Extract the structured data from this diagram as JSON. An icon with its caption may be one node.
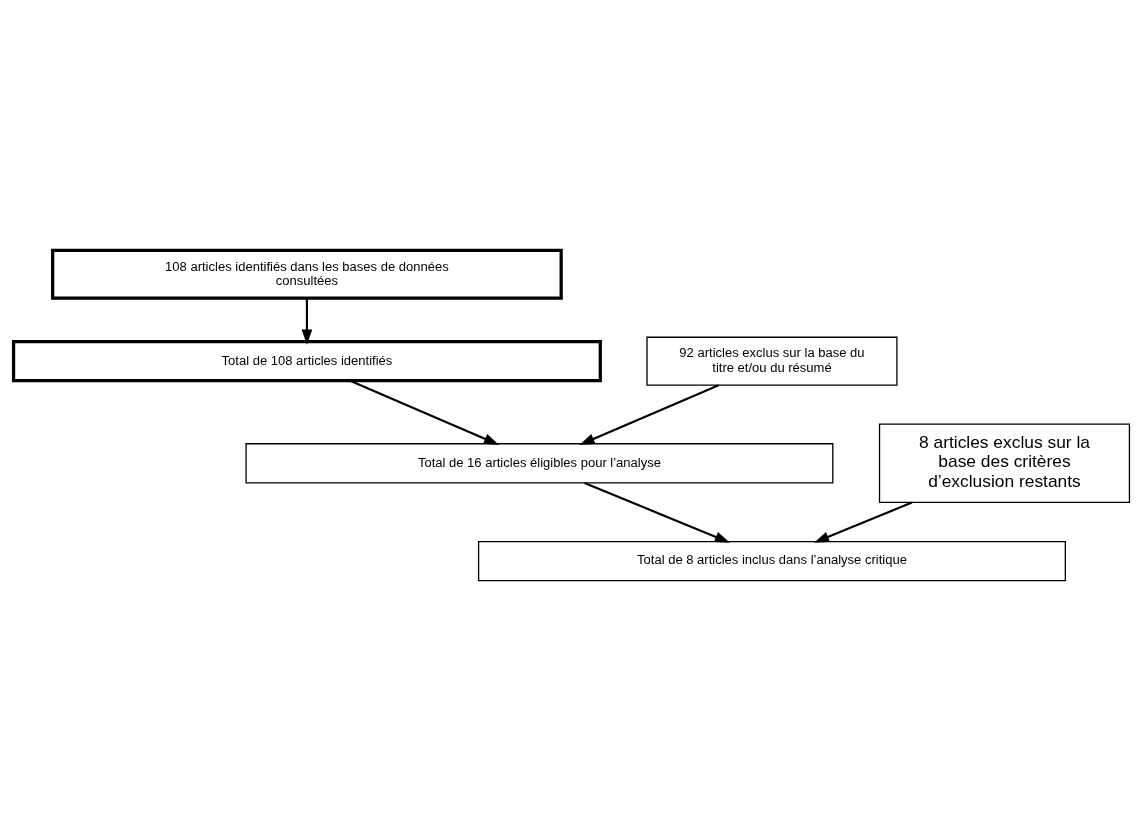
{
  "diagram": {
    "nodes": [
      {
        "text": [
          "108 articles identifiés dans les bases de données consultées"
        ]
      },
      {
        "text": [
          "Total de 108 articles identifiés"
        ]
      },
      {
        "text": [
          "92 articles exclus sur la base du titre et/ou du résumé"
        ]
      },
      {
        "text": [
          "Total de 16 articles éligibles pour l’analyse"
        ]
      },
      {
        "text": [
          "8 articles exclus sur la base des critères d’exclusion restants"
        ]
      },
      {
        "text": [
          "Total de 8 articles inclus dans l’analyse critique"
        ]
      }
    ],
    "edges": [
      {
        "from": 0,
        "to": 1,
        "arrow": "to"
      },
      {
        "from": 1,
        "to": 3,
        "arrow": "to"
      },
      {
        "from": 2,
        "to": 3,
        "arrow": "to"
      },
      {
        "from": 3,
        "to": 5,
        "arrow": "to"
      },
      {
        "from": 4,
        "to": 5,
        "arrow": "to"
      }
    ]
  }
}
